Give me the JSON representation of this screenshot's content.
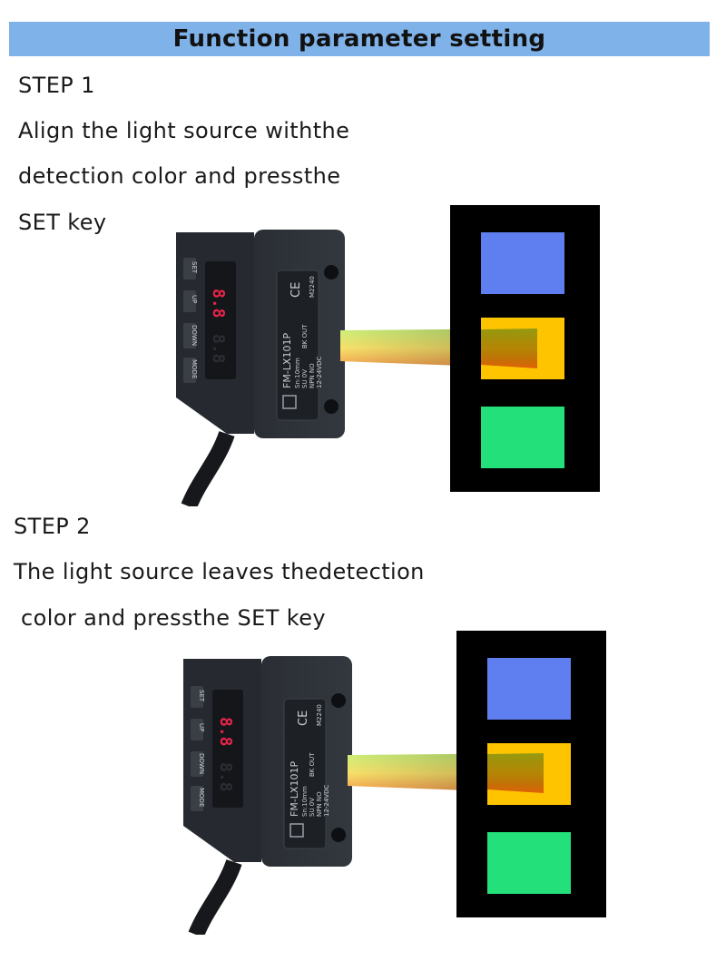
{
  "header": {
    "title": "Function parameter setting"
  },
  "step1": {
    "label": "STEP 1",
    "lines": [
      "Align the light source withthe",
      "detection color and pressthe",
      "SET key"
    ]
  },
  "step2": {
    "label": "STEP 2",
    "lines": [
      "The light source leaves thedetection",
      " color and pressthe SET key"
    ]
  },
  "sensor": {
    "keys": [
      "SET",
      "UP",
      "DOWN",
      "MODE"
    ],
    "label_lines": [
      "FM-LX101P",
      "Sn:10mm",
      "SU 0V",
      "NPN NO",
      "12-24VDC"
    ],
    "output_label": "BK OUT",
    "ce_mark": "CE",
    "model_code": "M2240",
    "display_digits": "8.8"
  },
  "colors": {
    "header_bg": "#7fb2e8",
    "swatch_blue": "#5f7ef0",
    "swatch_yellow": "#ffc400",
    "swatch_green": "#23e07a",
    "panel_bg": "#000000"
  }
}
